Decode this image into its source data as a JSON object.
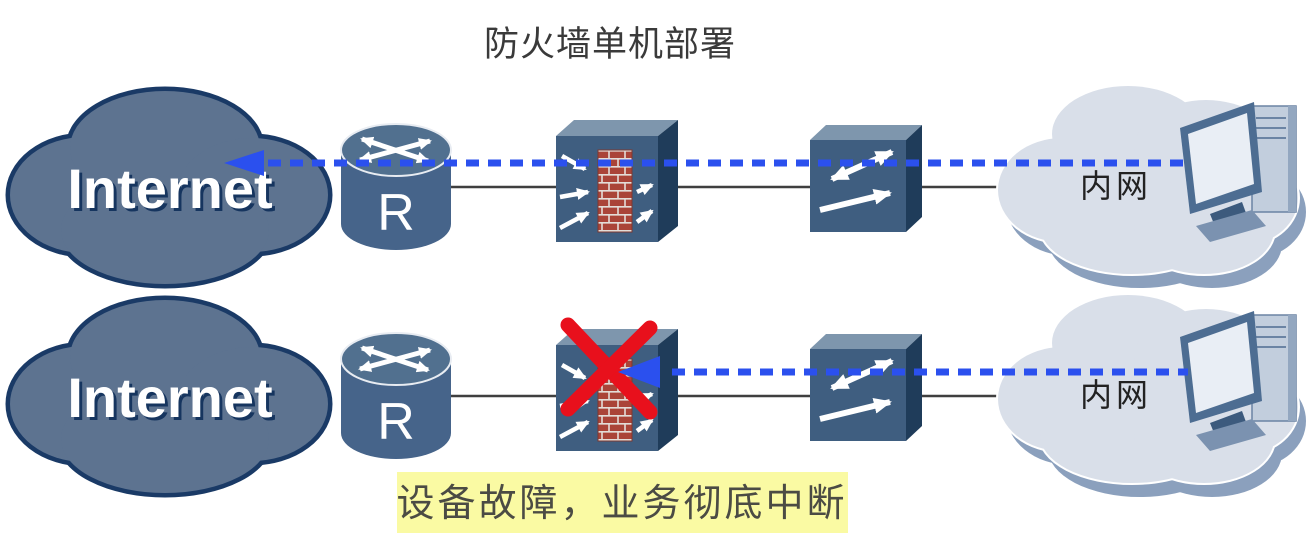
{
  "title": "防火墙单机部署",
  "caption": "设备故障，业务彻底中断",
  "labels": {
    "internet": "Internet",
    "intranet": "内网",
    "router": "R"
  },
  "colors": {
    "internet-cloud-fill": "#5d7390",
    "internet-cloud-border": "#1a3a66",
    "intranet-cloud-fill": "#d9dfe9",
    "intranet-cloud-shadow": "#8ba0bd",
    "device-front": "#3f5e80",
    "device-top": "#7e96ad",
    "device-side": "#1f3c5a",
    "router-body": "#46648a",
    "router-top": "#51708f",
    "brick-red": "#aa4438",
    "flow-blue": "#2b50ee",
    "link-gray": "#3f3f3f",
    "error-red": "#e8101c",
    "highlight-yellow": "#fafaa3"
  }
}
